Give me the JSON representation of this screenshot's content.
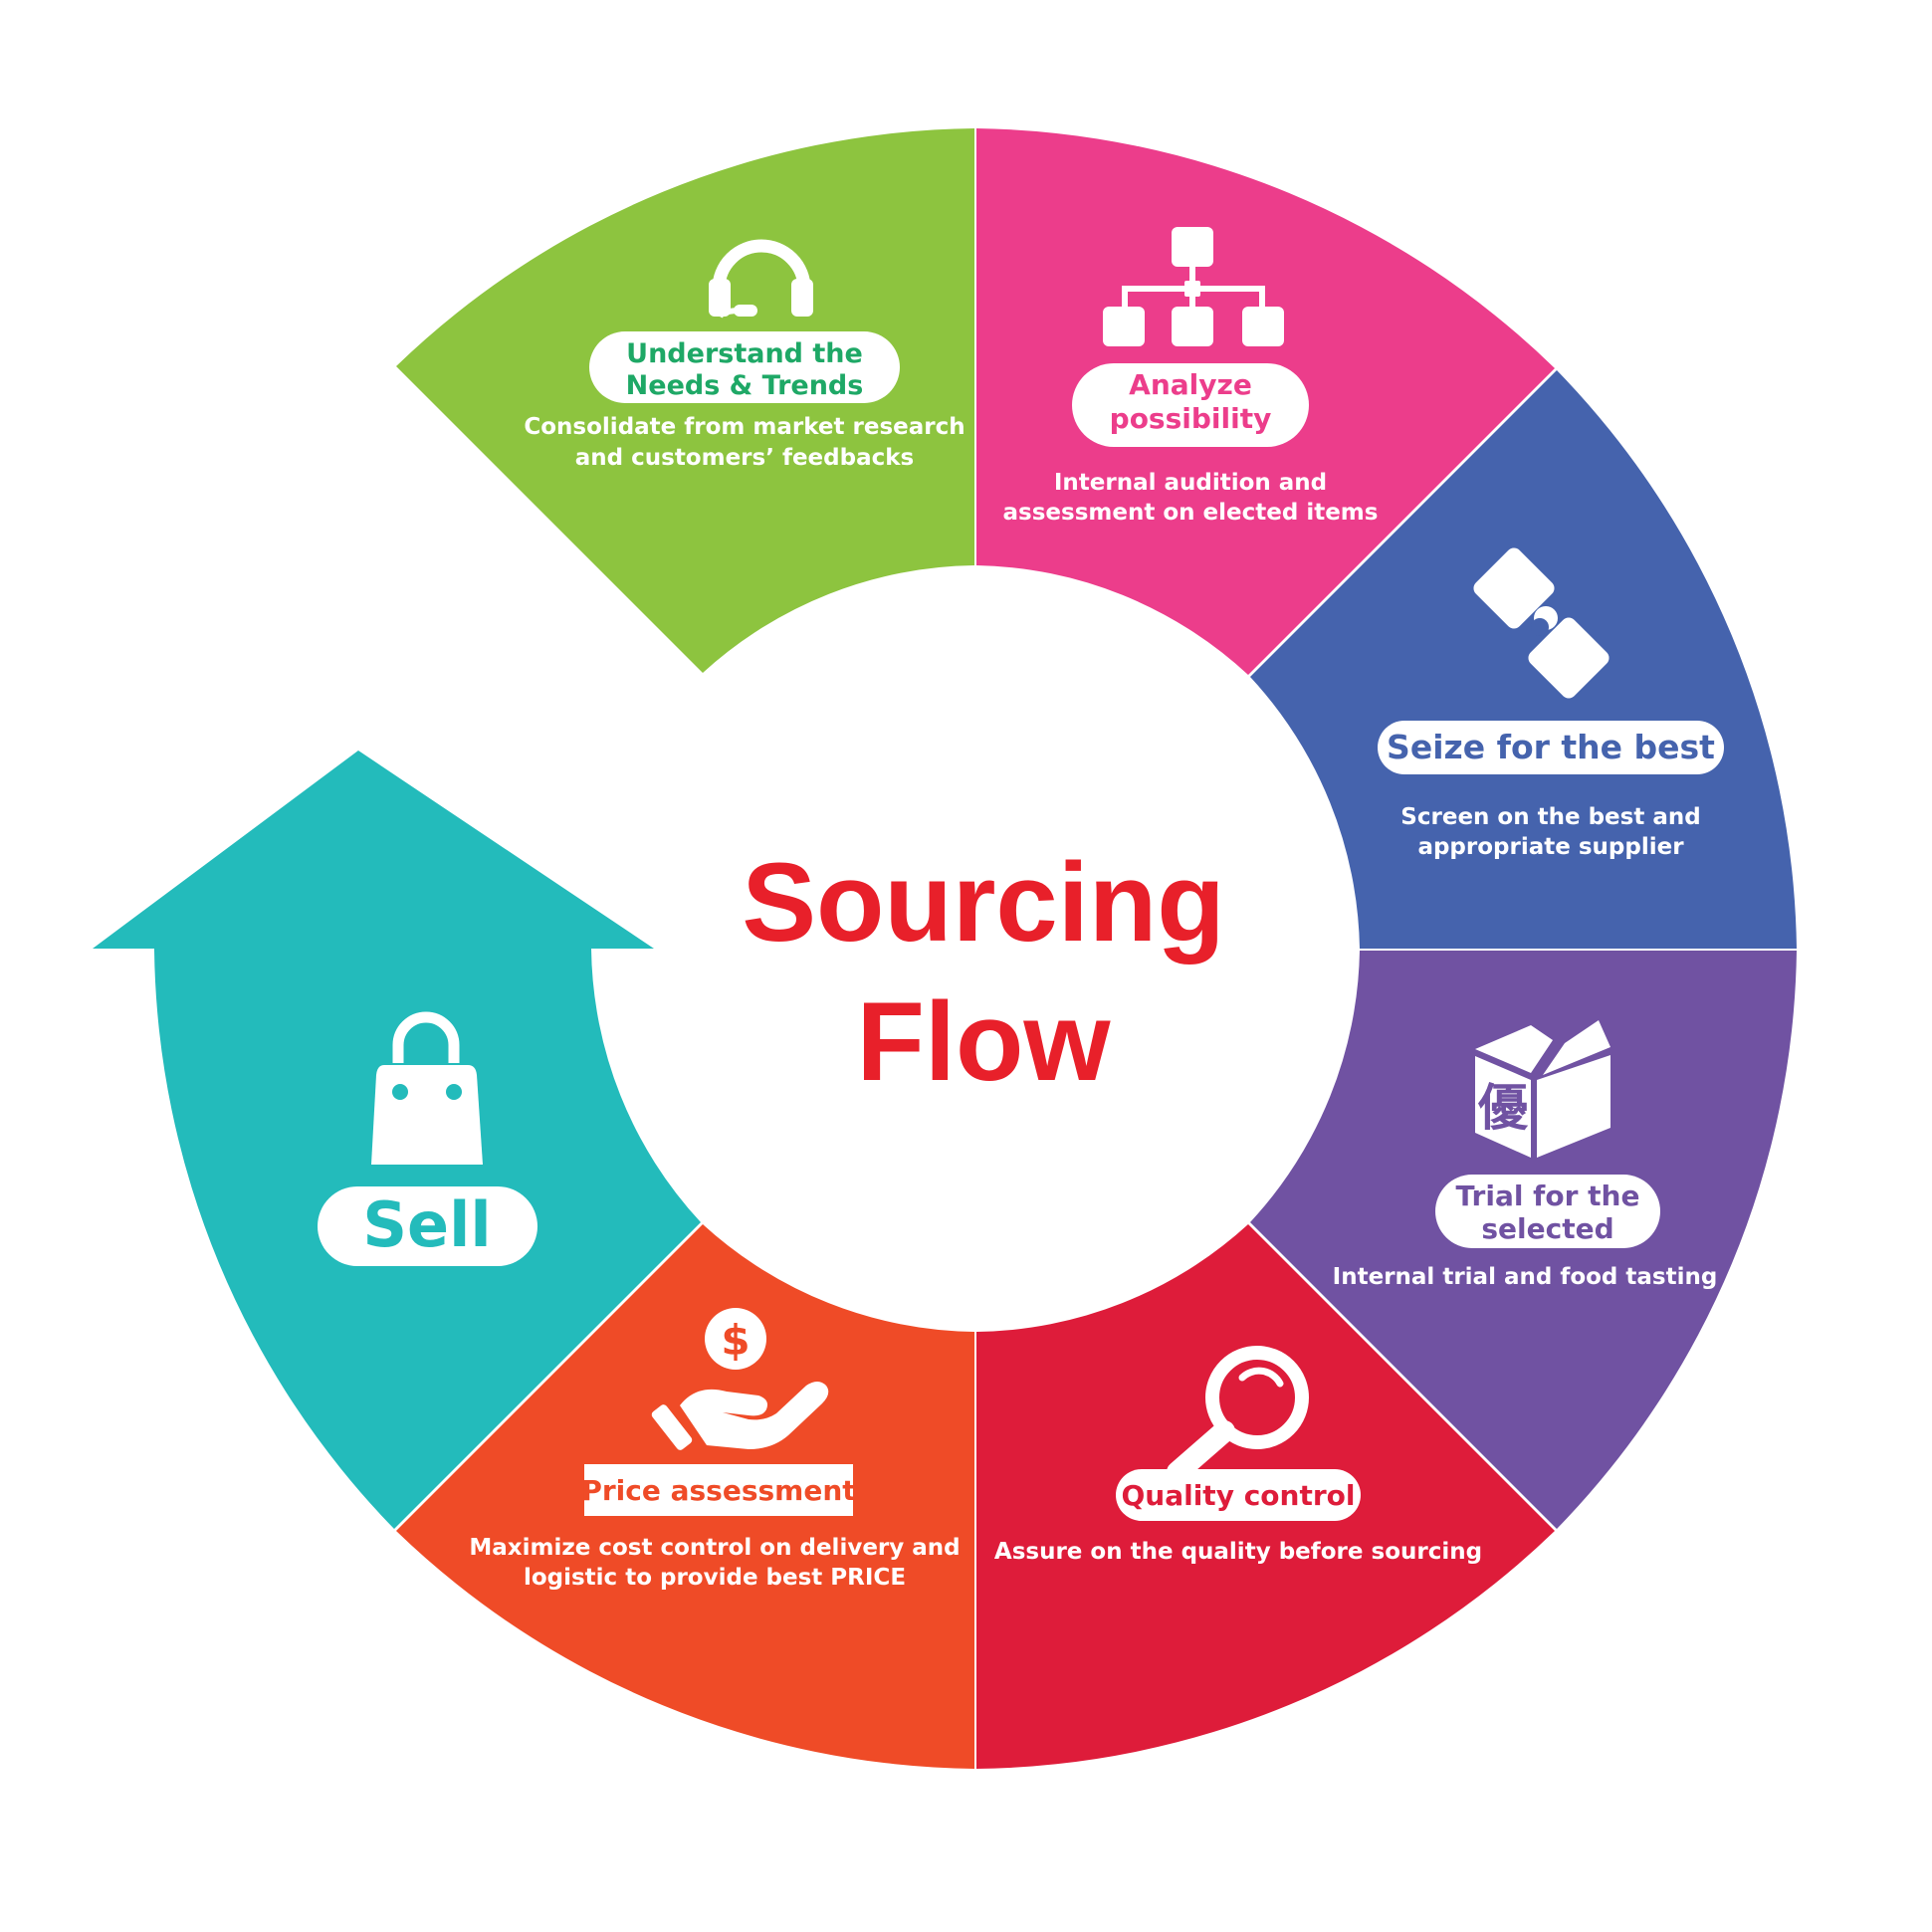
{
  "center": {
    "line1": "Sourcing",
    "line2": "Flow",
    "color": "#e8202a"
  },
  "colors": {
    "green": "#8dc43f",
    "pink": "#ec3d8b",
    "blue": "#4563ad",
    "purple": "#7052a2",
    "red": "#de1c3a",
    "orange": "#ef4b27",
    "teal": "#23bbbb"
  },
  "segments": {
    "needs": {
      "title1": "Understand the",
      "title2": "Needs & Trends",
      "desc1": "Consolidate from market research",
      "desc2": "and customers’ feedbacks",
      "icon": "headset-icon",
      "title_color": "#1ea866"
    },
    "analyze": {
      "title1": "Analyze",
      "title2": "possibility",
      "desc1": "Internal audition and",
      "desc2": "assessment on elected items",
      "icon": "org-chart-icon"
    },
    "seize": {
      "title": "Seize for the best",
      "desc1": "Screen on the best and",
      "desc2": "appropriate supplier",
      "icon": "puzzle-icon"
    },
    "trial": {
      "title1": "Trial for the",
      "title2": "selected",
      "desc": "Internal trial and food tasting",
      "icon": "box-icon",
      "box_glyph": "優"
    },
    "quality": {
      "title": "Quality control",
      "desc": "Assure on the quality before sourcing",
      "icon": "magnifier-icon"
    },
    "price": {
      "title": "Price assessment",
      "desc1": "Maximize cost control on delivery and",
      "desc2": "logistic to provide best PRICE",
      "icon": "hand-dollar-icon",
      "dollar": "$"
    },
    "sell": {
      "title": "Sell",
      "icon": "shopping-bag-icon"
    }
  }
}
